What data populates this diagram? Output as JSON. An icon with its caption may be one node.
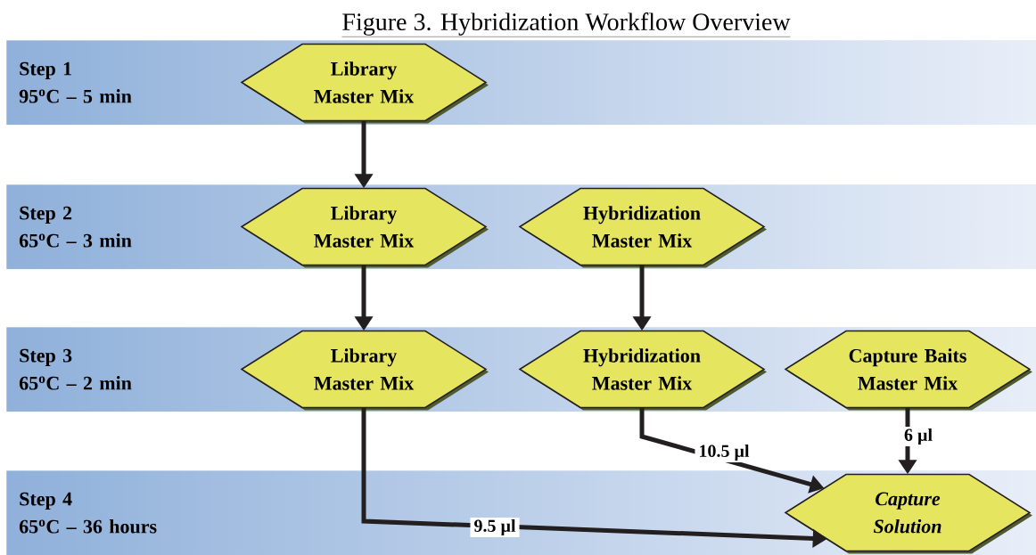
{
  "diagram": {
    "title": "Figure 3. Hybridization Workflow Overview",
    "nodes": [
      {
        "text": [
          "Step 1",
          "95$^{o}$C – 5 min"
        ]
      },
      {
        "text": [
          "Library Master Mix"
        ],
        "in": 0
      },
      {
        "text": [
          "Step 2",
          "65$^{o}$C – 3 min"
        ]
      },
      {
        "text": [
          "Library Master Mix"
        ],
        "in": 2
      },
      {
        "text": [
          "Hybridization Master Mix"
        ],
        "in": 2
      },
      {
        "text": [
          "Step 3",
          "65$^{o}$C – 2 min"
        ]
      },
      {
        "text": [
          "Library Master Mix"
        ],
        "in": 5
      },
      {
        "text": [
          "Hybridization Master Mix"
        ],
        "in": 5
      },
      {
        "text": [
          "Capture Baits Master Mix"
        ],
        "in": 5
      },
      {
        "text": [
          "Step 4",
          "65$^{o}$C – 36 hours"
        ]
      },
      {
        "text": [
          "Capture Solution"
        ],
        "in": 9
      }
    ],
    "edges": [
      {
        "from": 1,
        "to": 3,
        "arrow": "to"
      },
      {
        "from": 3,
        "to": 6,
        "arrow": "to"
      },
      {
        "from": 4,
        "to": 7,
        "arrow": "to"
      },
      {
        "from": 6,
        "to": 10,
        "arrow": "to",
        "label": "9.5 µl"
      },
      {
        "from": 7,
        "to": 10,
        "arrow": "to",
        "label": "10.5 µl"
      },
      {
        "from": 8,
        "to": 10,
        "arrow": "to",
        "label": "6 µl"
      }
    ]
  }
}
